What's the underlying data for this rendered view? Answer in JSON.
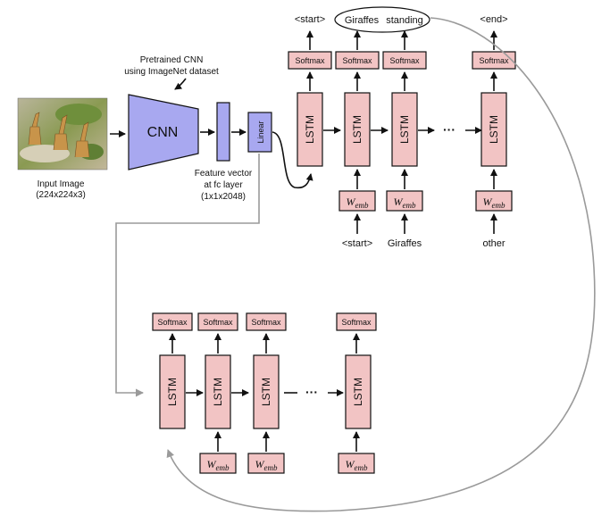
{
  "labels": {
    "input_image_line1": "Input Image",
    "input_image_line2": "(224x224x3)",
    "pretrained_line1": "Pretrained CNN",
    "pretrained_line2": "using ImageNet dataset",
    "cnn": "CNN",
    "feature_line1": "Feature vector",
    "feature_line2": "at fc layer",
    "feature_line3": "(1x1x2048)",
    "linear": "Linear",
    "lstm": "LSTM",
    "softmax": "Softmax",
    "wemb_main": "W",
    "wemb_sub": "emb",
    "ellipsis": "···"
  },
  "top_outputs": [
    "<start>",
    "Giraffes",
    "standing",
    "<end>"
  ],
  "top_inputs": [
    "<start>",
    "Giraffes",
    "other"
  ],
  "colors": {
    "lstm_fill": "#f2c4c4",
    "cnn_fill": "#a8a8f0",
    "feedback_arrow": "#9a9a9a"
  }
}
